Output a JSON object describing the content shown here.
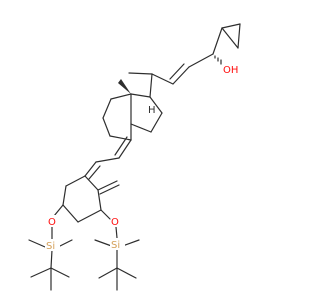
{
  "molecule": {
    "atoms": {
      "hydroxyl": "OH",
      "ring_oxygen_left": "O",
      "ring_oxygen_right": "O",
      "silicon_left": "Si",
      "silicon_right": "Si",
      "stereo_h": "H"
    }
  },
  "colors": {
    "bond": "#2e2e2e",
    "oxygen": "#ff0d0d",
    "silicon": "#d4a05a"
  }
}
